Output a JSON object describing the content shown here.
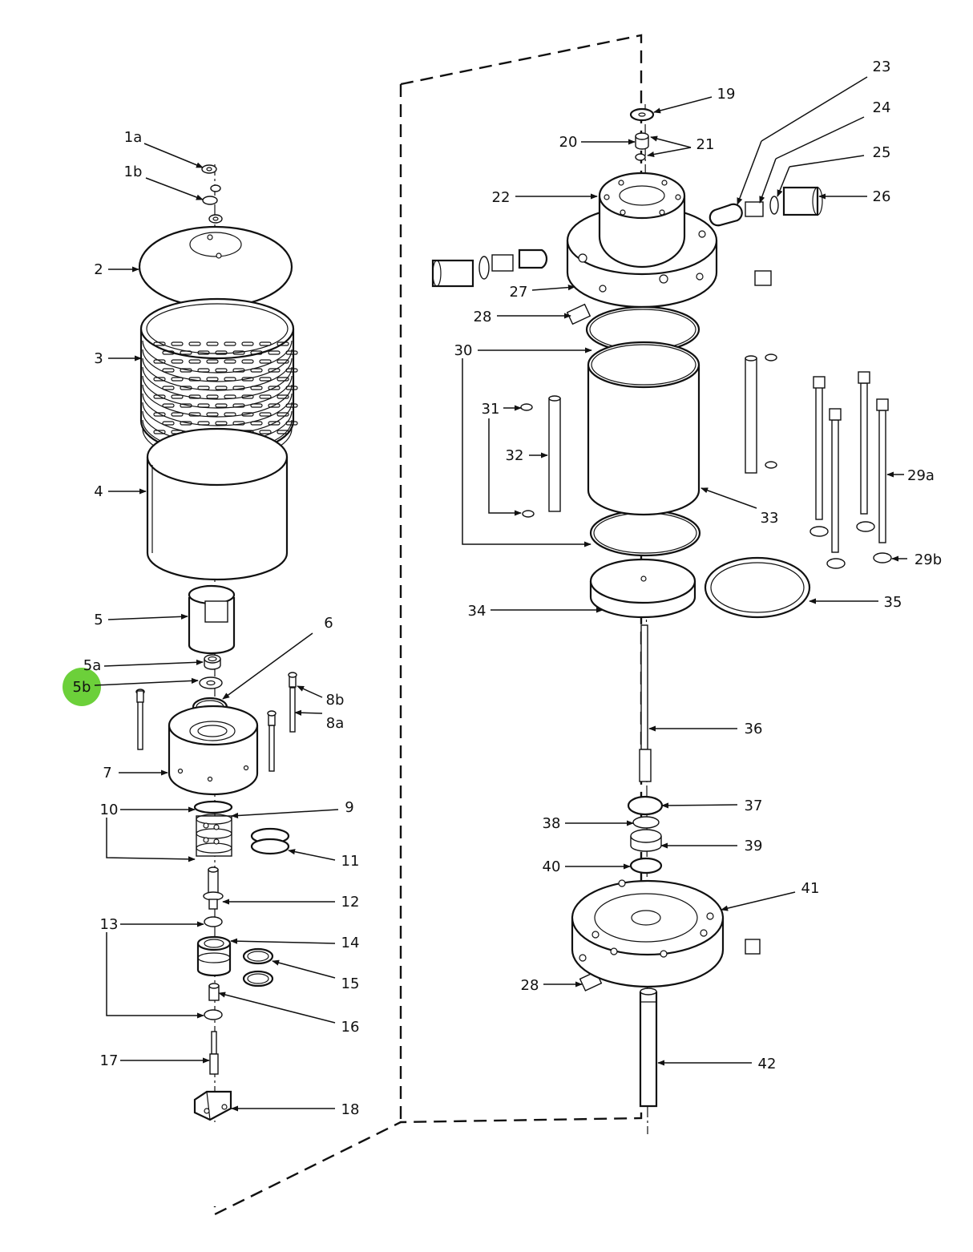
{
  "diagram": {
    "highlight_color": "#6cd03a",
    "highlighted_label": "5b",
    "labels": [
      "1a",
      "1b",
      "2",
      "3",
      "4",
      "5",
      "5a",
      "5b",
      "6",
      "7",
      "8a",
      "8b",
      "9",
      "10",
      "11",
      "12",
      "13",
      "14",
      "15",
      "16",
      "17",
      "18",
      "19",
      "20",
      "21",
      "22",
      "23",
      "24",
      "25",
      "26",
      "27",
      "28",
      "29a",
      "29b",
      "30",
      "31",
      "32",
      "33",
      "34",
      "35",
      "36",
      "37",
      "38",
      "39",
      "40",
      "41",
      "42"
    ]
  }
}
